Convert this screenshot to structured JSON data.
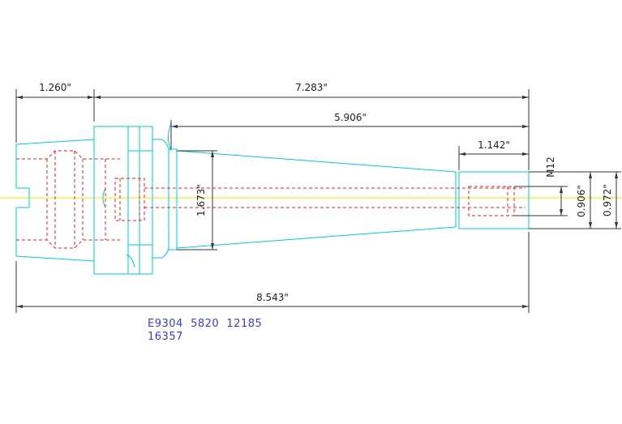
{
  "drawing": {
    "dimensions": {
      "flange": "1.260\"",
      "projection": "7.283\"",
      "taper_length": "5.906\"",
      "bore_depth": "1.142\"",
      "taper_diameter": "1.673\"",
      "thread": "M12",
      "bore_diameter": "0.906\"",
      "nose_diameter": "0.972\"",
      "overall_length": "8.543\""
    },
    "part_numbers": {
      "line1": "E9304  5820  12185",
      "line2": "16357"
    },
    "colors": {
      "outline": "#00c8d8",
      "hidden": "#e02020",
      "centerline": "#e8e800",
      "dimension": "#333333",
      "text": "#3a3ad6"
    }
  }
}
